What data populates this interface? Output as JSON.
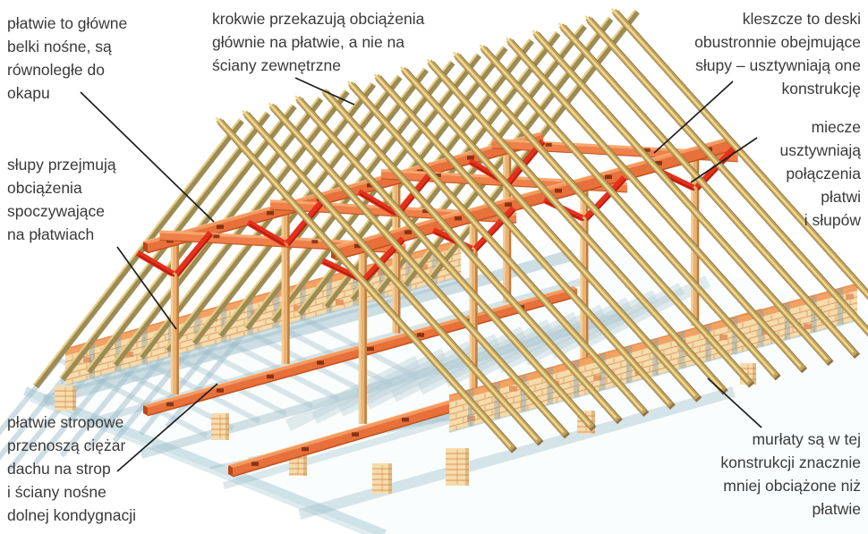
{
  "figure": {
    "kind": "axonometric construction diagram",
    "subject": "purlin-collar timber roof structure (dach płatwiowo-kleszczowy)"
  },
  "annotations": [
    {
      "id": "platwie",
      "text": "płatwie to główne\nbelki nośne, są\nrównoległe do\nokapu"
    },
    {
      "id": "krokwie",
      "text": "krokwie przekazują obciążenia\ngłównie na płatwie, a nie na\nściany zewnętrzne"
    },
    {
      "id": "kleszcze",
      "text": "kleszcze to deski\nobustronnie obejmujące\nsłupy – usztywniają one\nkonstrukcję"
    },
    {
      "id": "miecze",
      "text": "miecze\nusztywniają\npołączenia\npłatwi\ni słupów"
    },
    {
      "id": "slupy",
      "text": "słupy przejmują\nobciążenia\nspoczywające\nna płatwiach"
    },
    {
      "id": "platwie-stropowe",
      "text": "płatwie stropowe\nprzenoszą ciężar\ndachu na strop\ni ściany nośne\ndolnej kondygnacji"
    },
    {
      "id": "murlaty",
      "text": "murłaty są w tej\nkonstrukcji znacznie\nmniej obciążone niż\npłatwie"
    }
  ],
  "components": [
    {
      "id": "krokwie",
      "color": "#c2a35f"
    },
    {
      "id": "platwie",
      "color": "#e8703a"
    },
    {
      "id": "slupy",
      "color": "#eab273"
    },
    {
      "id": "kleszcze",
      "color": "#ef8049"
    },
    {
      "id": "miecze",
      "color": "#e5301c"
    },
    {
      "id": "murlaty",
      "color": "#f2a263"
    },
    {
      "id": "platwie-stropowe",
      "color": "#e8703a"
    },
    {
      "id": "scianki-murowane",
      "color": "#f5dcab"
    }
  ],
  "colors": {
    "background": "#ffffff",
    "text": "#3a3a3a",
    "leader": "#1f1f1f",
    "rafter_far_face": "#9c8b54",
    "rafter_far_edge": "#e6cd85",
    "rafter_near_face": "#c2a35f",
    "rafter_near_edge": "#f2d88c",
    "rafter_near_dark": "#8d7644",
    "purlin_top": "#f4995f",
    "purlin_face": "#e8703a",
    "purlin_dark": "#c0511f",
    "purlin_end": "#b84818",
    "purlin_mark": "#7d2c12",
    "kleszcz_face": "#ef8049",
    "kleszcz_top": "#f8a870",
    "post_face": "#eab273",
    "post_light": "#f6cf96",
    "post_dark": "#c07c3c",
    "brace": "#e5301c",
    "brace_dark": "#b51f0e",
    "brick_face": "#f5dcab",
    "brick_line": "#d9814a",
    "brick_dark": "#e2854e",
    "wall_cap": "#f2a263",
    "wall_cap_dark": "#e08040",
    "wall_shadow": "#7f9dab",
    "floor": "#fafdfd",
    "floor_edge": "#cfe2e8",
    "shadow": "#9fbfca",
    "shadow_soft": "#b5cdd5"
  }
}
